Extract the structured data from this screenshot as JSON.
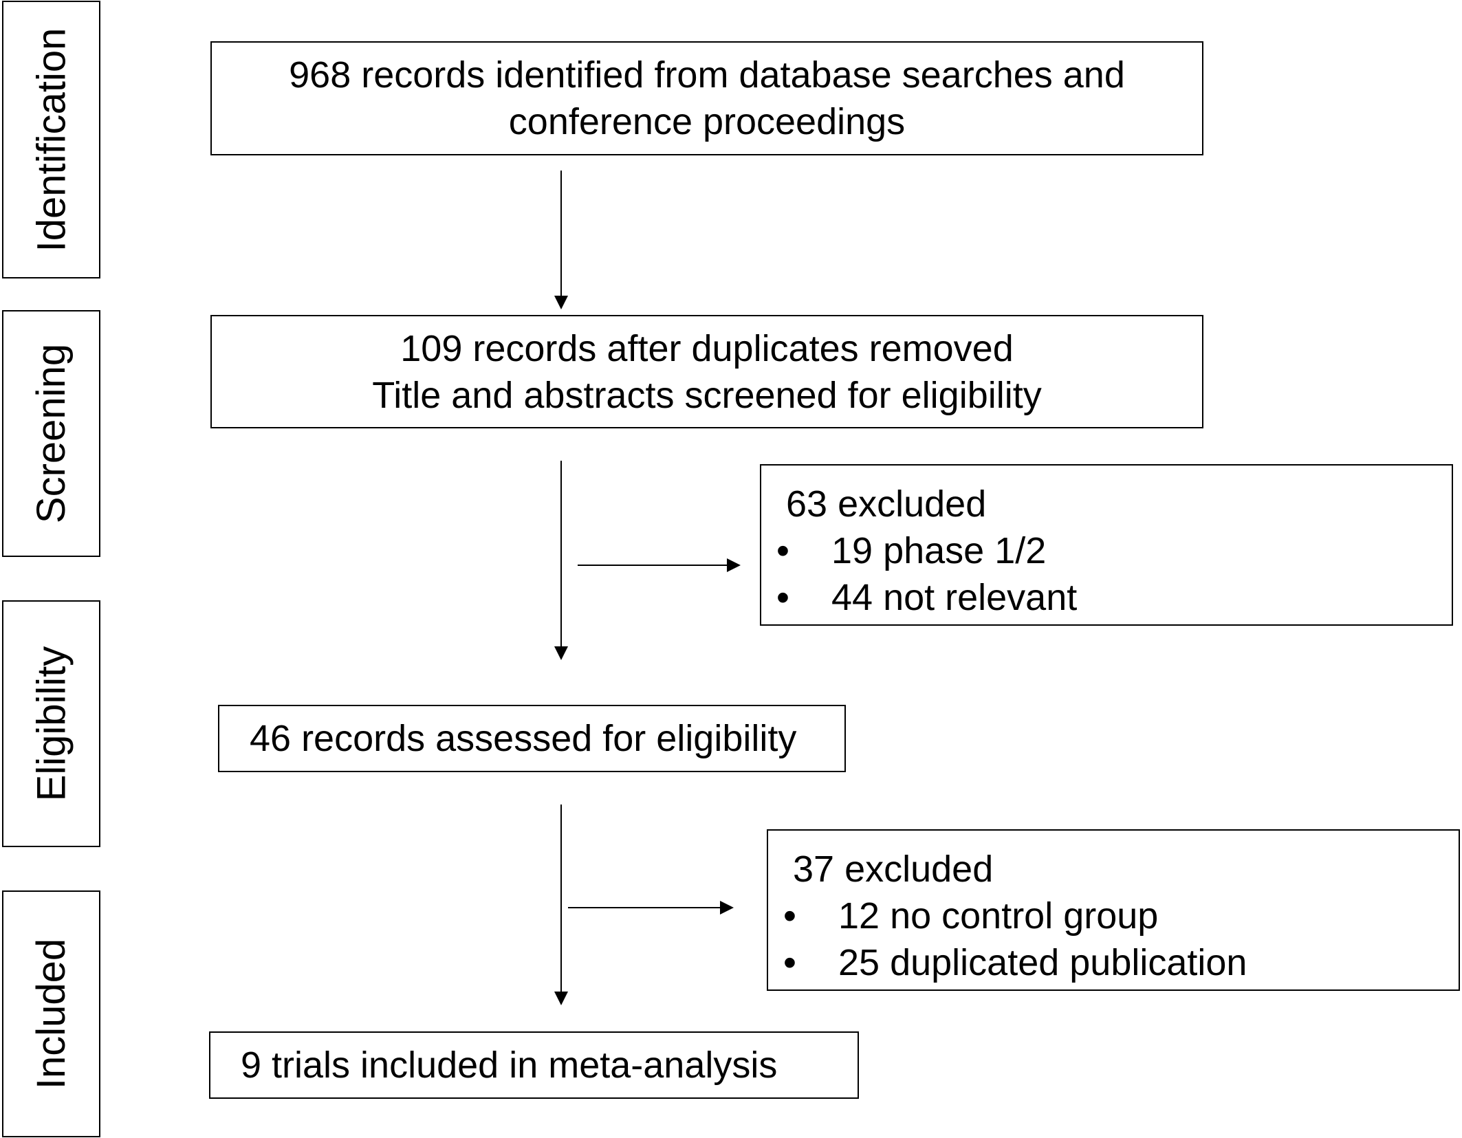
{
  "stages": {
    "identification": "Identification",
    "screening": "Screening",
    "eligibility": "Eligibility",
    "included": "Included"
  },
  "boxes": {
    "identified": {
      "line1": "968 records identified from database searches and",
      "line2": "conference proceedings"
    },
    "screened": {
      "line1": "109 records after duplicates removed",
      "line2": "Title and abstracts screened for eligibility"
    },
    "assessed": "46 records assessed for eligibility",
    "included": "9 trials included in meta-analysis"
  },
  "exclusions": {
    "first": {
      "title": "63 excluded",
      "items": [
        "19 phase 1/2",
        "44 not relevant"
      ]
    },
    "second": {
      "title": "37 excluded",
      "items": [
        "12 no control group",
        "25 duplicated publication"
      ]
    }
  },
  "bullet": "•"
}
